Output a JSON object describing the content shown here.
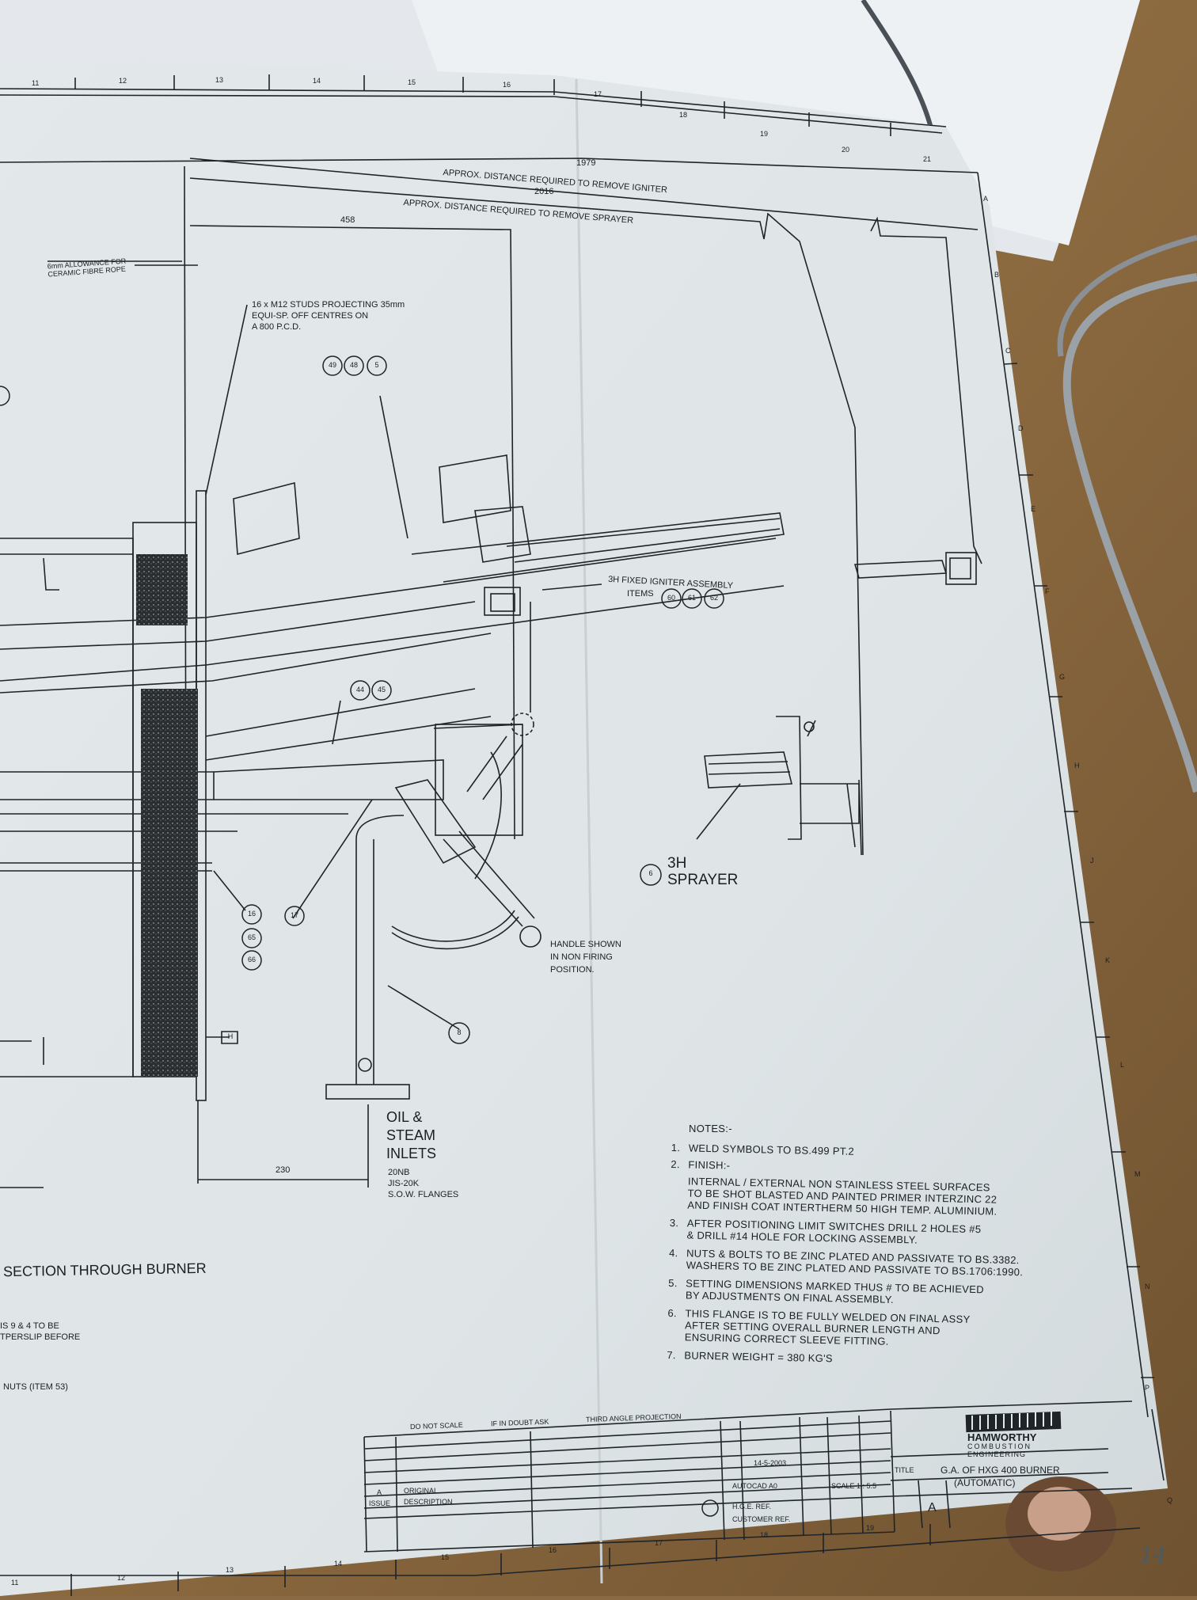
{
  "drawing": {
    "dimensions": {
      "igniter_distance": "1979",
      "igniter_label": "APPROX. DISTANCE REQUIRED TO REMOVE IGNITER",
      "sprayer_distance": "2016",
      "sprayer_label": "APPROX. DISTANCE REQUIRED TO REMOVE SPRAYER",
      "dim_458": "458",
      "dim_230": "230"
    },
    "callouts": {
      "allowance": [
        "6mm ALLOWANCE FOR",
        "CERAMIC FIBRE ROPE"
      ],
      "studs": [
        "16 x M12 STUDS PROJECTING 35mm",
        "EQUI-SP. OFF CENTRES ON",
        "A 800 P.C.D."
      ],
      "igniter": [
        "3H FIXED IGNITER ASSEMBLY",
        "ITEMS"
      ],
      "igniter_items": [
        "60",
        "61",
        "62"
      ],
      "top_items": [
        "49",
        "48",
        "5"
      ],
      "mid_items": [
        "44",
        "45"
      ],
      "left_items": [
        "16",
        "65",
        "66"
      ],
      "item_17": "17",
      "item_8": "8",
      "item_6": "6",
      "item_h": "H",
      "sprayer": [
        "3H",
        "SPRAYER"
      ],
      "handle": [
        "HANDLE SHOWN",
        "IN NON FIRING",
        "POSITION."
      ],
      "inlets_title": [
        "OIL &",
        "STEAM",
        "INLETS"
      ],
      "inlets_spec": [
        "20NB",
        "JIS-20K",
        "S.O.W. FLANGES"
      ],
      "section_title": "SECTION THROUGH BURNER",
      "left_note_1": [
        "IS 9 & 4 TO BE",
        "TPERSLIP BEFORE"
      ],
      "left_note_2": "NUTS (ITEM 53)"
    },
    "notes_header": "NOTES:-",
    "notes": [
      {
        "num": "1.",
        "lines": [
          "WELD SYMBOLS TO BS.499 PT.2"
        ]
      },
      {
        "num": "2.",
        "lines": [
          "FINISH:-"
        ]
      },
      {
        "num": "",
        "lines": [
          "INTERNAL / EXTERNAL NON STAINLESS STEEL SURFACES",
          "TO BE SHOT BLASTED AND PAINTED PRIMER INTERZINC 22",
          "AND FINISH COAT INTERTHERM 50 HIGH TEMP. ALUMINIUM."
        ]
      },
      {
        "num": "3.",
        "lines": [
          "AFTER POSITIONING LIMIT SWITCHES DRILL 2 HOLES #5",
          "& DRILL #14 HOLE FOR LOCKING ASSEMBLY."
        ]
      },
      {
        "num": "4.",
        "lines": [
          "NUTS & BOLTS TO BE ZINC PLATED AND PASSIVATE TO BS.3382.",
          "WASHERS TO BE ZINC PLATED AND PASSIVATE TO BS.1706:1990."
        ]
      },
      {
        "num": "5.",
        "lines": [
          "SETTING DIMENSIONS MARKED THUS # TO BE ACHIEVED",
          "BY ADJUSTMENTS ON FINAL ASSEMBLY."
        ]
      },
      {
        "num": "6.",
        "lines": [
          "THIS FLANGE IS TO BE FULLY WELDED ON FINAL ASSY",
          "AFTER SETTING OVERALL BURNER LENGTH AND",
          "ENSURING CORRECT SLEEVE FITTING."
        ]
      },
      {
        "num": "7.",
        "lines": [
          "BURNER WEIGHT = 380 KG'S"
        ]
      }
    ],
    "title_block": {
      "do_not_scale": "DO NOT SCALE",
      "if_in_doubt": "IF IN DOUBT ASK",
      "projection": "THIRD ANGLE PROJECTION",
      "rev_a": "A",
      "rev_original": "ORIGINAL",
      "issue": "ISSUE",
      "description": "DESCRIPTION",
      "date": "14-5-2003",
      "scale": "SCALE 1 : 5.5",
      "autocad": "AUTOCAD A0",
      "hge_ref": "H.G.E. REF.",
      "customer_ref": "CUSTOMER REF.",
      "company_line1": "HAMWORTHY",
      "company_line2": "COMBUSTION",
      "company_line3": "ENGINEERING",
      "title_label": "TITLE",
      "title_text": "G.A. OF HXG 400 BURNER",
      "title_sub": "(AUTOMATIC)",
      "issue_letter": "A",
      "page_mark": "14"
    },
    "border": {
      "top_numbers": [
        "11",
        "12",
        "13",
        "14",
        "15",
        "16",
        "17",
        "18",
        "19",
        "20",
        "21"
      ],
      "bottom_numbers": [
        "11",
        "12",
        "13",
        "14",
        "15",
        "16",
        "17",
        "18",
        "19"
      ],
      "right_letters": [
        "A",
        "B",
        "C",
        "D",
        "E",
        "F",
        "G",
        "H",
        "J",
        "K",
        "L",
        "M",
        "N",
        "P",
        "Q"
      ]
    }
  }
}
